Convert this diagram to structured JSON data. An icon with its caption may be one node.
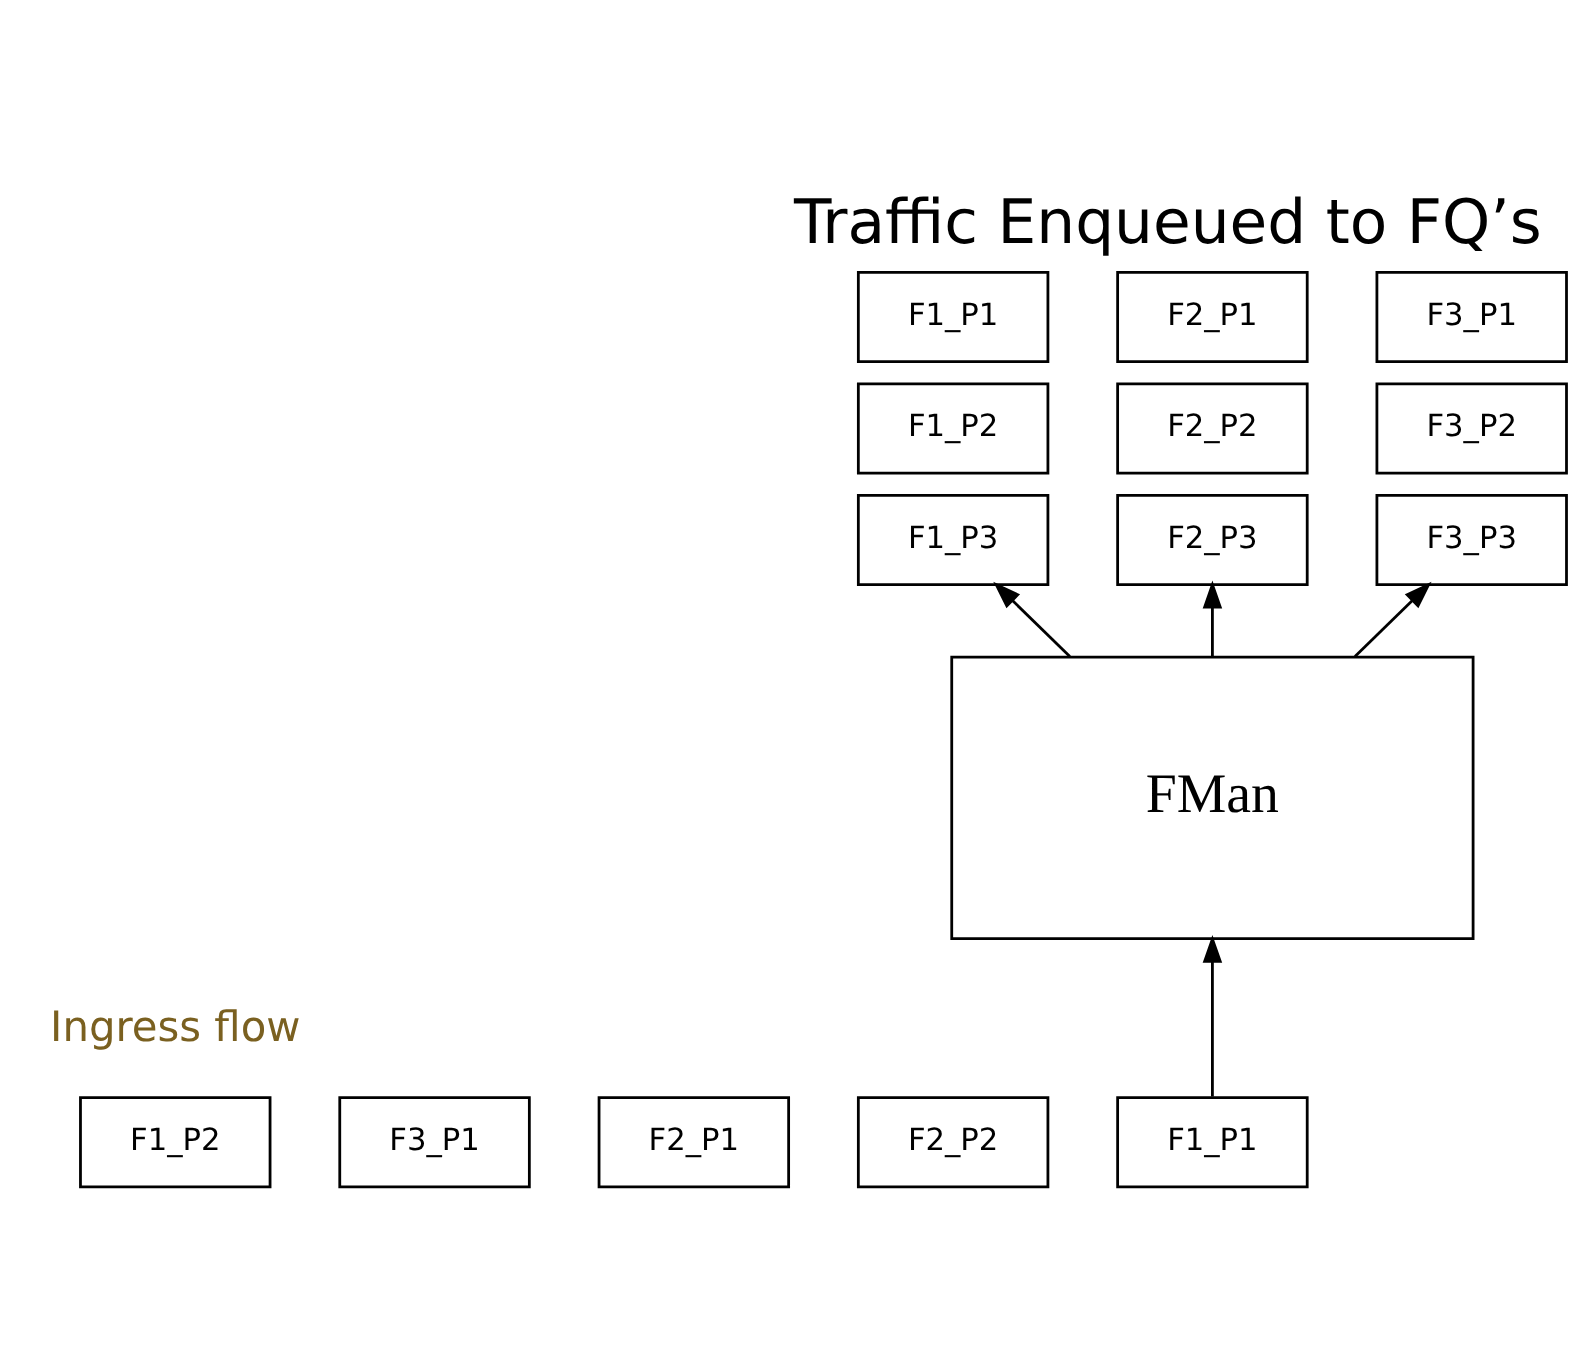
{
  "diagram": {
    "title": "Traffic Enqueued to FQ’s",
    "nodes": [
      {
        "text": [
          "F1_P1"
        ]
      },
      {
        "text": [
          "F1_P2"
        ]
      },
      {
        "text": [
          "F1_P3"
        ]
      },
      {
        "text": [
          "F2_P1"
        ]
      },
      {
        "text": [
          "F2_P2"
        ]
      },
      {
        "text": [
          "F2_P3"
        ]
      },
      {
        "text": [
          "F3_P1"
        ]
      },
      {
        "text": [
          "F3_P2"
        ]
      },
      {
        "text": [
          "F3_P3"
        ]
      },
      {
        "text": [
          "FMan"
        ]
      },
      {
        "text": [
          "F1_P2"
        ]
      },
      {
        "text": [
          "F3_P1"
        ]
      },
      {
        "text": [
          "F2_P1"
        ]
      },
      {
        "text": [
          "F2_P2"
        ]
      },
      {
        "text": [
          "F1_P1"
        ]
      }
    ],
    "edges": [
      {
        "from": 9,
        "to": 2,
        "arrow": "to"
      },
      {
        "from": 9,
        "to": 5,
        "arrow": "to"
      },
      {
        "from": 9,
        "to": 8,
        "arrow": "to"
      },
      {
        "from": 14,
        "to": 9,
        "arrow": "to"
      }
    ],
    "labels": [
      "Ingress flow"
    ]
  }
}
